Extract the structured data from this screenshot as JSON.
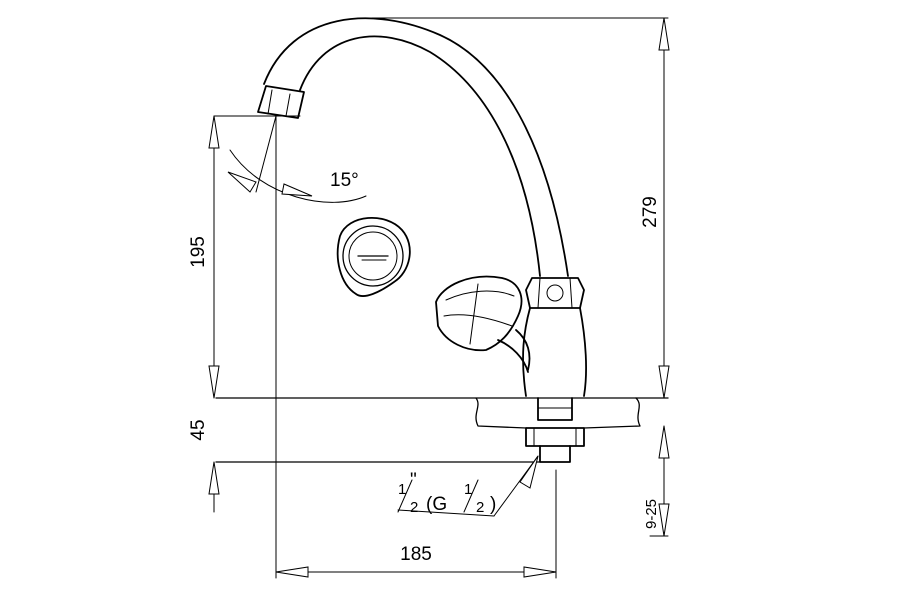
{
  "dimensions": {
    "spout_height": "195",
    "base_thickness": "45",
    "total_height": "279",
    "deck_thickness": "9-25",
    "reach": "185",
    "spout_angle": "15°"
  },
  "thread": {
    "half": "1",
    "denom": "2",
    "inch_mark": "\"",
    "open": "(G",
    "close": ")"
  }
}
